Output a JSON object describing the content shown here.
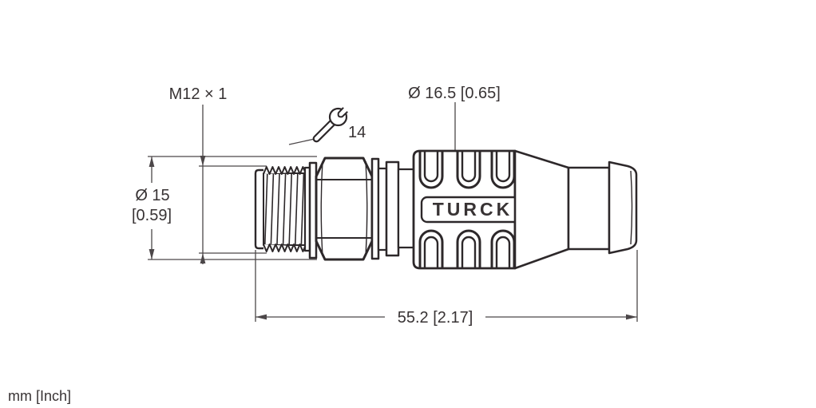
{
  "colors": {
    "outline": "#2d282a",
    "dimension_line": "#4c4749",
    "text": "#383334",
    "background": "#ffffff"
  },
  "diagram": {
    "type": "technical-dimensional-drawing",
    "subject": "M12 circular connector, male, side view",
    "brand_label": "TURCK",
    "units_label": "mm [Inch]",
    "labels": {
      "thread_size": "M12 × 1",
      "body_diameter": "Ø 16.5 [0.65]",
      "flange_diameter_line1": "Ø 15",
      "flange_diameter_line2": "[0.59]",
      "overall_length": "55.2 [2.17]",
      "wrench_size": "14"
    }
  }
}
